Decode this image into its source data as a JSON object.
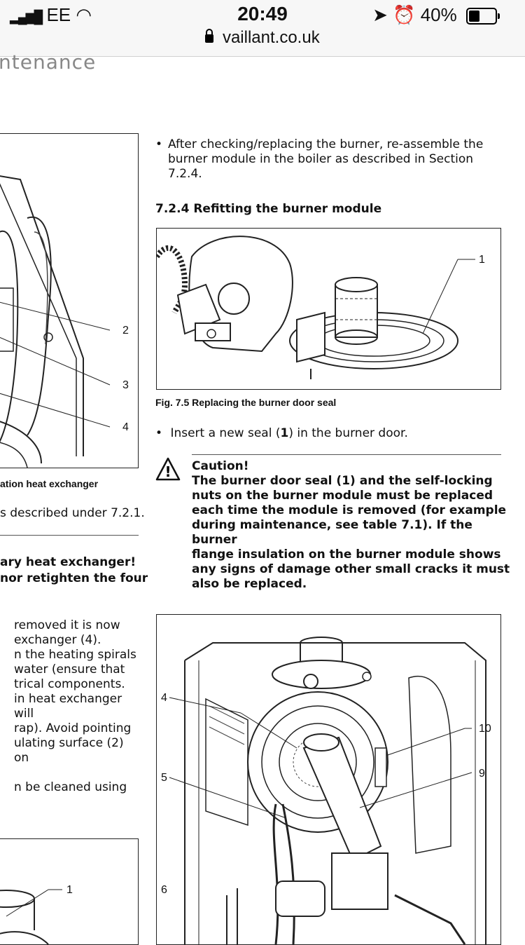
{
  "statusbar": {
    "carrier": "EE",
    "time": "20:49",
    "battery": "40%",
    "url": "vaillant.co.uk"
  },
  "left_column": {
    "heading_fragment": "ntenance",
    "figure_labels": [
      "2",
      "3",
      "4"
    ],
    "figure_caption_fragment": "ation heat exchanger",
    "text_line": "s described under 7.2.1.",
    "warning_lines": [
      "ary heat exchanger!",
      "nor retighten the four"
    ],
    "body_lines": [
      "removed it is now",
      "exchanger (4).",
      "n the heating spirals",
      "water (ensure that",
      "trical components.",
      "in heat exchanger will",
      "rap). Avoid pointing",
      "ulating surface (2) on",
      "",
      "n be cleaned using"
    ],
    "bottom_figure_label": "1"
  },
  "right_column": {
    "bullet1": "After checking/replacing the burner, re-assemble the burner module in the boiler as described in Section 7.2.4.",
    "section_heading": "7.2.4 Refitting the burner module",
    "fig_label": "1",
    "fig_caption": "Fig. 7.5 Replacing the burner door seal",
    "bullet2_pre": "Insert a new seal (",
    "bullet2_num": "1",
    "bullet2_post": ") in the burner door.",
    "caution_title": "Caution!",
    "caution_lines": [
      "The burner door seal (1) and the self-locking",
      "nuts on the burner module must be replaced",
      "each time the module is removed (for example",
      "during maintenance, see table 7.1). If the burner",
      "flange insulation on the burner module shows",
      "any signs of damage other small cracks it must",
      "also be replaced."
    ],
    "fig2_labels": [
      "4",
      "10",
      "5",
      "9",
      "6"
    ]
  }
}
